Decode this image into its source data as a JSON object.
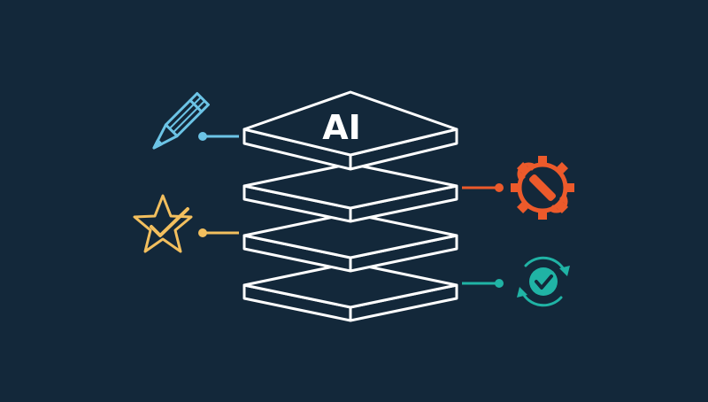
{
  "stack": {
    "label": "AI",
    "layer_count": 4
  },
  "icons": [
    {
      "name": "pencil-icon",
      "side": "left"
    },
    {
      "name": "star-check-icon",
      "side": "left"
    },
    {
      "name": "gear-wrench-icon",
      "side": "right"
    },
    {
      "name": "cycle-check-icon",
      "side": "right"
    }
  ],
  "colors": {
    "background": "#13283a",
    "stack_stroke": "#ffffff",
    "pencil": "#6cc4e6",
    "star": "#f2bf5e",
    "gear": "#ec5a2b",
    "cycle": "#20b3a5"
  }
}
